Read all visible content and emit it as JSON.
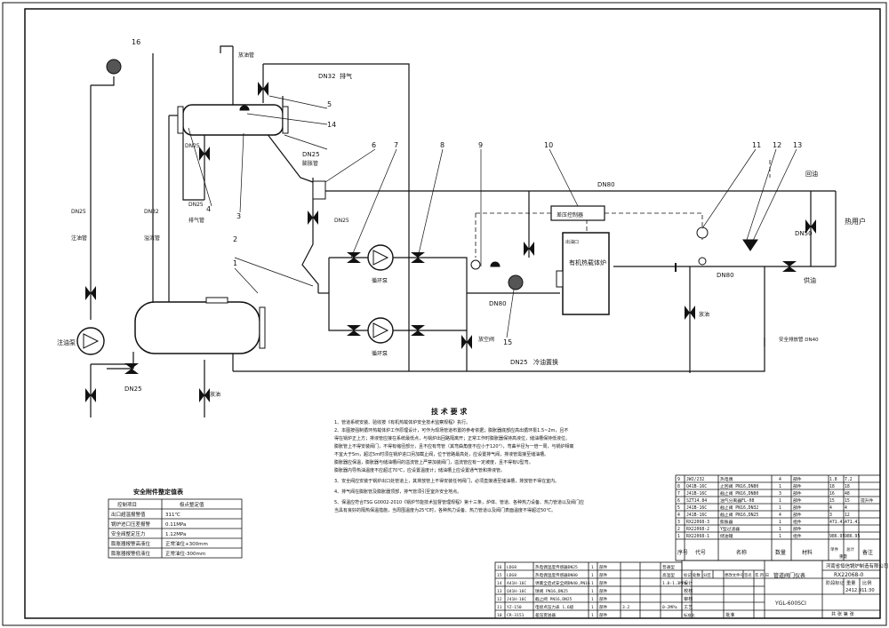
{
  "callouts": [
    "1",
    "2",
    "3",
    "4",
    "5",
    "6",
    "7",
    "8",
    "9",
    "10",
    "11",
    "12",
    "13",
    "14",
    "15",
    "16"
  ],
  "pipe_labels": {
    "dn32_vent": "DN32",
    "vent": "排气",
    "drain_pipe": "放油管",
    "dn25_a": "DN25",
    "expansion_pipe": "膨胀管",
    "dn80_top": "DN80",
    "return_oil": "回油",
    "heat_user": "热用户",
    "dn50": "DN50",
    "supply_oil": "供油",
    "dn80_right": "DN80",
    "dn80_mid": "DN80",
    "dn25_cold": "DN25",
    "cold_oil_replace": "冷油置换",
    "safety_vent": "安全排放管 DN40",
    "fill_pipe": "注油管",
    "dn25_left": "DN25",
    "overflow_pipe": "溢流管",
    "dn32_left": "DN32",
    "vent_pipe2": "排气管",
    "dn25_vert": "DN25",
    "dn25_bottom": "DN25",
    "oil_pump": "注油泵",
    "circ_pump_top": "循环泵",
    "circ_pump_bottom": "循环泵",
    "drain_valve": "放空阀",
    "heater": "有机热载体炉",
    "dp_controller": "差压控制器",
    "outlet": "出油口",
    "drain_a": "放油",
    "drain_b": "放油",
    "dn25_tank": "DN25",
    "dn25_mid": "DN25"
  },
  "notes": {
    "title": "技 术 要 求",
    "lines": [
      "1、管道系统安装、验收按《有机热载体炉安全技术监察规程》执行。",
      "2、本图按强制循环热载体炉工作原理设计，可作为现场管道布置的参考依据；膨胀器底部应高出循环泵1.5~2m，且不",
      "   得在锅炉正上方；排液管应接在系统最低点，与锅炉出回路隔离开；正常工作时膨胀器保持高液位，储油槽保持低液位。",
      "   膨胀管上不得安装阀门，不得有缩径部分，且不应有弯管（其弯曲角度不应小于120°），弯曲半径为一倍一周，与锅炉相离",
      "   不宜大于5m，超过5m时须在锅炉进口另加截止阀，位于管路最高处，应设置排气阀，排液管需接至储油槽。",
      "   膨胀器应保温，膨胀器与储油槽间的溢流管上严禁加装阀门，溢流管应有一定坡度，且不得有U型弯。",
      "   膨胀器内导热油温度不应超过70℃，应设置温度计；储油槽上应设置通气管和排液管。",
      "3、安全阀应安装于锅炉出口处管道上，其排放管上不得安装任何阀门，必须直接通至储油槽，排放管不得在室内。",
      "4、排气阀在膨胀管及膨胀器顶部，排气管须引至室外安全地点。",
      "5、保温应符合TSG G0002-2010《锅炉节能技术监督管理规程》第十三条，炉体、管道、各种热力设备、热力管道以及阀门应",
      "   当具有良好的隔热保温措施，当周围温度为25℃时，各种热力设备、热力管道以及阀门表面温度不得超过50℃。"
    ]
  },
  "safety_table": {
    "title": "安全附件整定值表",
    "headers": [
      "控制项目",
      "极点整定值"
    ],
    "rows": [
      [
        "出口超温报警值",
        "311℃"
      ],
      [
        "锅炉进口压差报警",
        "0.11MPa"
      ],
      [
        "安全阀整定压力",
        "1.12MPa"
      ],
      [
        "膨胀器报警高液位",
        "正常油位+300mm"
      ],
      [
        "膨胀器报警低液位",
        "正常油位-300mm"
      ]
    ]
  },
  "bom_right": {
    "headers": [
      "序号",
      "代号",
      "名称",
      "数量",
      "材料",
      "单件",
      "总计",
      "备注"
    ],
    "weight_header": "重量",
    "rows": [
      [
        "9",
        "JWJ/232",
        "热电偶",
        "4",
        "部件",
        "1.8",
        "7.2",
        ""
      ],
      [
        "8",
        "Q41B-16C",
        "止回阀 PN16,DN80",
        "1",
        "部件",
        "18",
        "18",
        ""
      ],
      [
        "7",
        "J41B-16C",
        "截止阀 PN16,DN80",
        "3",
        "部件",
        "16",
        "48",
        ""
      ],
      [
        "6",
        "SZT14.84",
        "油气分离器FL-08",
        "1",
        "部件",
        "15",
        "15",
        "提升件"
      ],
      [
        "5",
        "J41B-16C",
        "截止阀 PN16,DN32",
        "1",
        "部件",
        "4",
        "4",
        ""
      ],
      [
        "4",
        "J41B-16C",
        "截止阀 PN16,DN25",
        "4",
        "部件",
        "3",
        "12",
        ""
      ],
      [
        "3",
        "RX22068-3",
        "膨胀器",
        "1",
        "组件",
        "471.41",
        "471.41",
        ""
      ],
      [
        "2",
        "RX22068-2",
        "Y型过滤器",
        "1",
        "部件",
        "",
        "",
        ""
      ],
      [
        "1",
        "RX22068-1",
        "储油罐",
        "1",
        "组件",
        "986.95",
        "986.95",
        ""
      ]
    ]
  },
  "bom_left": {
    "rows": [
      [
        "16",
        "LDG8",
        "热电偶温度传感器DN25",
        "1",
        "部件",
        "",
        "",
        "普通型"
      ],
      [
        "15",
        "LDG8",
        "热电偶温度传感器DN80",
        "1",
        "部件",
        "",
        "",
        "高温型"
      ],
      [
        "14",
        "A41H-16C",
        "弹簧全启式安全阀DN40,PN16",
        "1",
        "部件",
        "",
        "",
        "1.0-1.3MPa"
      ],
      [
        "13",
        "Q41H-16C",
        "球阀 PN16,DN25",
        "1",
        "部件",
        "",
        "",
        ""
      ],
      [
        "12",
        "J41H-16C",
        "截止阀 PN16,DN25",
        "1",
        "部件",
        "",
        "",
        ""
      ],
      [
        "11",
        "YZ-150",
        "电接点压力表 1.6级",
        "1",
        "部件",
        "3.2",
        "",
        "0-2MPa"
      ],
      [
        "10",
        "CR-3151",
        "差压变送器",
        "1",
        "部件",
        "",
        "",
        ""
      ]
    ]
  },
  "title_block": {
    "company": "河南省恒信锅炉制造有限公司",
    "drawing_no": "RX22068-0",
    "project": "管道阀门仪表",
    "model": "YGL-600SCI",
    "stage_mark": "阶段标记",
    "weight": "重量",
    "scale_label": "比例",
    "weight_val": "2412.91",
    "scale_val": "1:30",
    "sheet_label": "共 张 第 张",
    "rev_headers": [
      "标记",
      "处数",
      "分区",
      "更改文件号",
      "签名",
      "年.月.日"
    ],
    "roles": [
      "设计",
      "校核",
      "审核",
      "工艺",
      "标准化",
      "批准"
    ]
  }
}
